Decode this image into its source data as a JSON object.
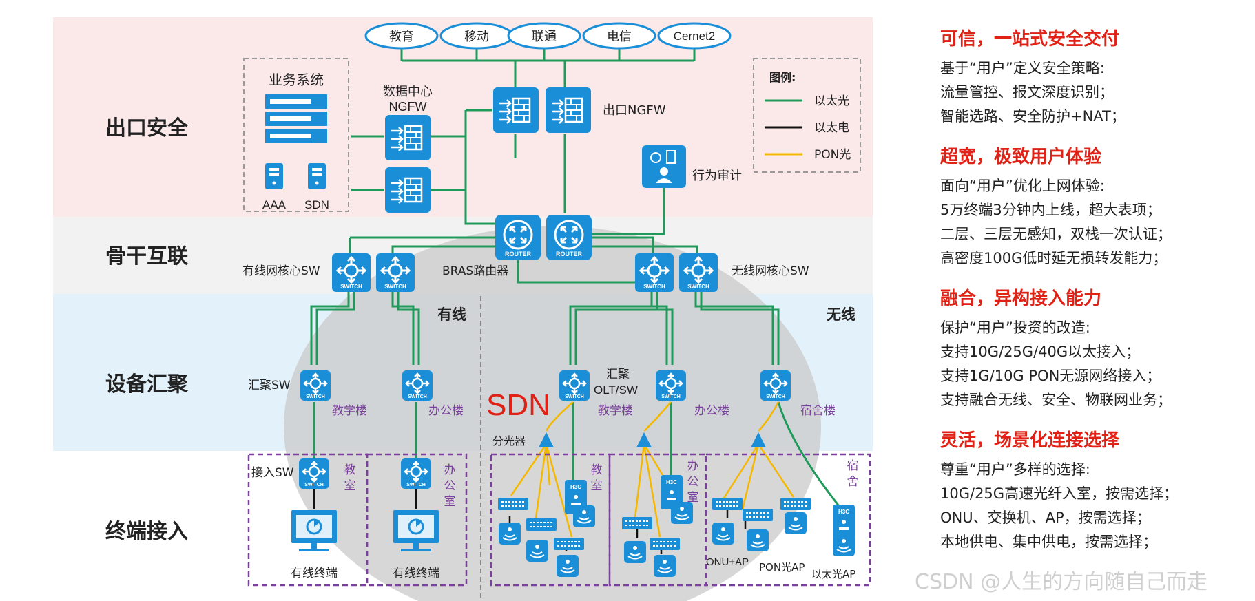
{
  "clouds": [
    "教育",
    "移动",
    "联通",
    "电信",
    "Cernet2"
  ],
  "bands": [
    "出口安全",
    "骨干互联",
    "设备汇聚",
    "终端接入"
  ],
  "legend": {
    "title": "图例:",
    "items": [
      {
        "label": "以太光",
        "color": "#1f9a5a"
      },
      {
        "label": "以太电",
        "color": "#111111"
      },
      {
        "label": "PON光",
        "color": "#f5b800"
      }
    ]
  },
  "labels": {
    "biz_system": "业务系统",
    "aaa": "AAA",
    "sdn_server": "SDN",
    "dc_ngfw_1": "数据中心",
    "dc_ngfw_2": "NGFW",
    "exit_ngfw": "出口NGFW",
    "audit": "行为审计",
    "wired_core": "有线网核心SW",
    "bras": "BRAS路由器",
    "wireless_core": "无线网核心SW",
    "wired": "有线",
    "wireless": "无线",
    "agg_sw": "汇聚SW",
    "olt_1": "汇聚",
    "olt_2": "OLT/SW",
    "teach_bldg": "教学楼",
    "office_bldg": "办公楼",
    "dorm_bldg": "宿舍楼",
    "sdn_big": "SDN",
    "splitter": "分光器",
    "access_sw": "接入SW",
    "classroom": "教室",
    "office": "办公室",
    "dorm": "宿舍",
    "wired_term": "有线终端",
    "onu_ap": "ONU+AP",
    "pon_ap": "PON光AP",
    "eth_ap": "以太光AP",
    "router_tag": "ROUTER",
    "switch_tag": "SWITCH"
  },
  "features": [
    {
      "title": "可信，一站式安全交付",
      "lines": [
        "基于“用户”定义安全策略:",
        "流量管控、报文深度识别；",
        "智能选路、安全防护+NAT；"
      ]
    },
    {
      "title": "超宽，极致用户体验",
      "lines": [
        "面向“用户”优化上网体验:",
        "5万终端3分钟内上线，超大表项；",
        "二层、三层无感知，双栈一次认证；",
        "高密度100G低时延无损转发能力；"
      ]
    },
    {
      "title": "融合，异构接入能力",
      "lines": [
        "保护“用户”投资的改造:",
        "支持10G/25G/40G以太接入；",
        "支持1G/10G PON无源网络接入；",
        "支持融合无线、安全、物联网业务；"
      ]
    },
    {
      "title": "灵活，场景化连接选择",
      "lines": [
        "尊重“用户”多样的选择:",
        "10G/25G高速光纤入室，按需选择；",
        "ONU、交换机、AP，按需选择；",
        "本地供电、集中供电，按需选择；"
      ]
    }
  ],
  "watermark": "CSDN @人生的方向随自己而走",
  "colors": {
    "eth_fiber": "#1f9a5a",
    "eth_copper": "#111111",
    "pon": "#f5b800",
    "device": "#1a8fd8",
    "accent_red": "#e02216",
    "purple": "#7b3f9e"
  }
}
